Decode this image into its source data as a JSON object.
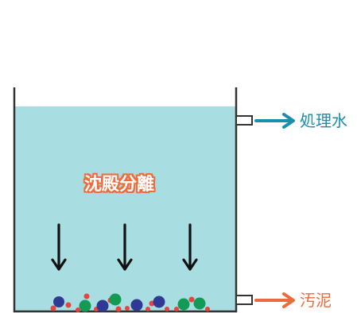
{
  "labels": {
    "process": "沈殿分離",
    "treated_water": "処理水",
    "sludge": "汚泥"
  },
  "colors": {
    "water": "#a8dde1",
    "tank_wall": "#333333",
    "down_arrow": "#111111",
    "treated_water_arrow": "#1a8fab",
    "sludge_arrow": "#ec6a3c",
    "process_label_outline": "#f06a3a",
    "particle_red": "#e8433f",
    "particle_blue": "#2f3a95",
    "particle_green": "#139a55"
  },
  "icons": {
    "settling_arrow": "down-arrow-icon",
    "outlet_arrow": "right-arrow-icon"
  }
}
